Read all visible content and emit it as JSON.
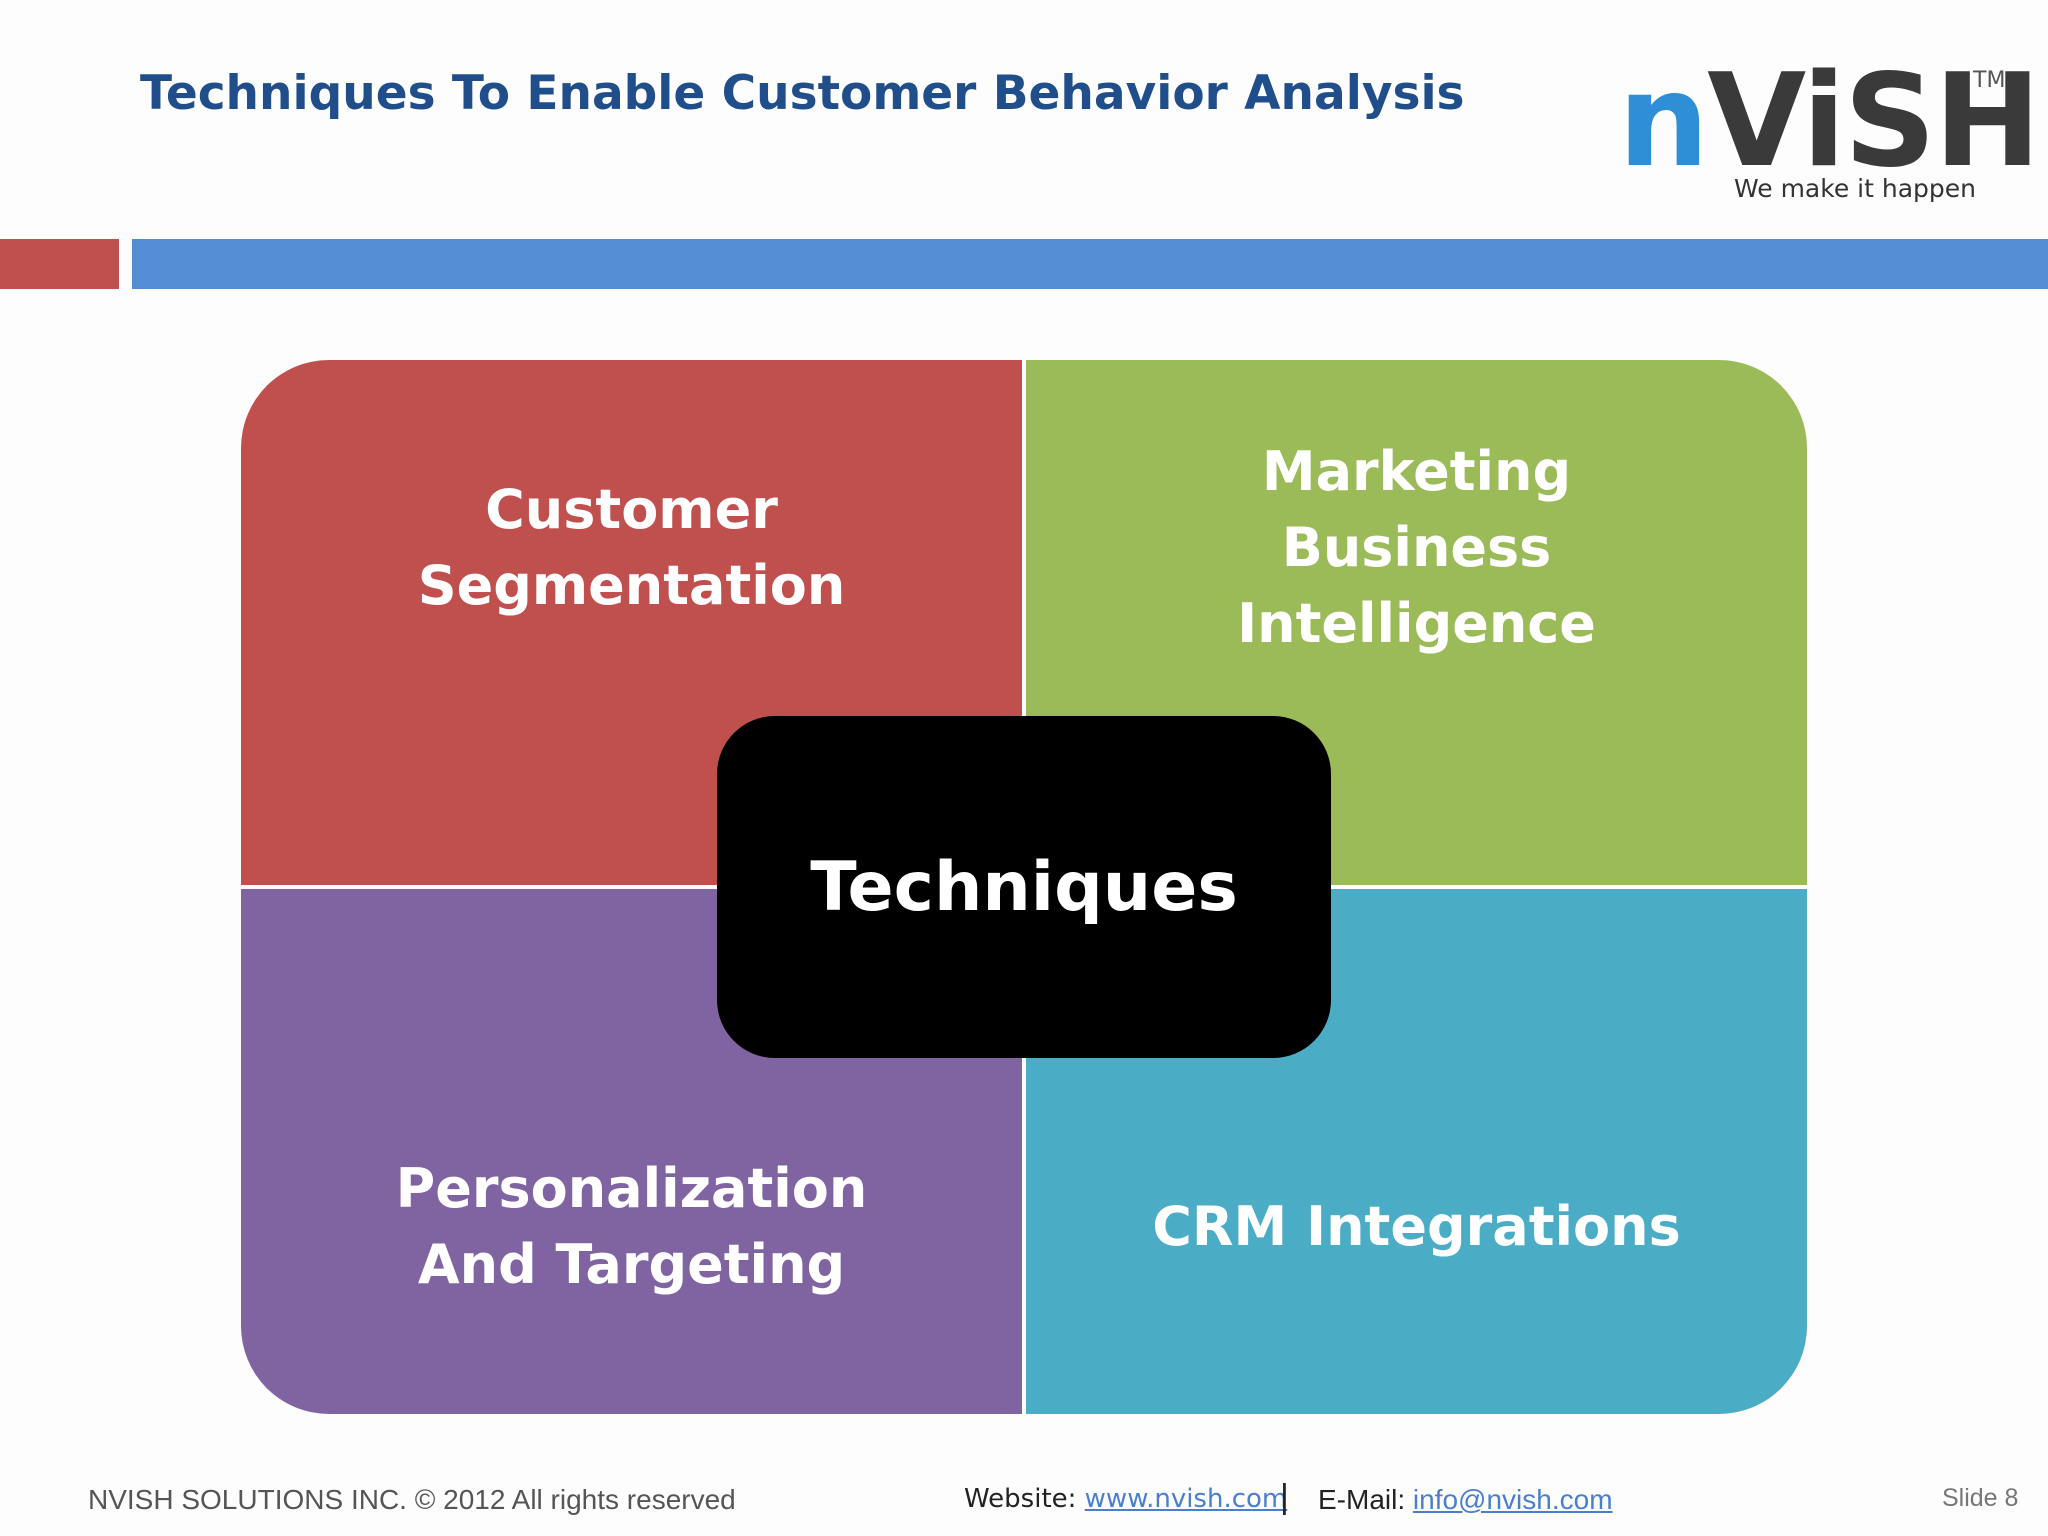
{
  "slide": {
    "title": "Techniques To Enable Customer Behavior Analysis",
    "logo": {
      "word_blue": "n",
      "word_dark": "ViSH",
      "tm": "TM",
      "tagline": "We make it happen"
    },
    "colors": {
      "title": "#1f4e8a",
      "accent_red": "#c0504d",
      "accent_blue": "#548dd4",
      "quad_red": "#c0504d",
      "quad_green": "#9bbb59",
      "quad_purple": "#8064a2",
      "quad_teal": "#4bacc6",
      "center": "#000000"
    }
  },
  "diagram": {
    "center": "Techniques",
    "quadrants": [
      {
        "label": "Customer Segmentation"
      },
      {
        "label": "Marketing Business Intelligence"
      },
      {
        "label": "Personalization And Targeting"
      },
      {
        "label": "CRM Integrations"
      }
    ]
  },
  "footer": {
    "copyright": "NVISH SOLUTIONS INC. © 2012 All rights reserved",
    "website_label": "Website:",
    "website_url": "www.nvish.com",
    "separator": "|",
    "email_label": "E-Mail:",
    "email": "info@nvish.com",
    "slide_label": "Slide",
    "slide_number": "8"
  }
}
